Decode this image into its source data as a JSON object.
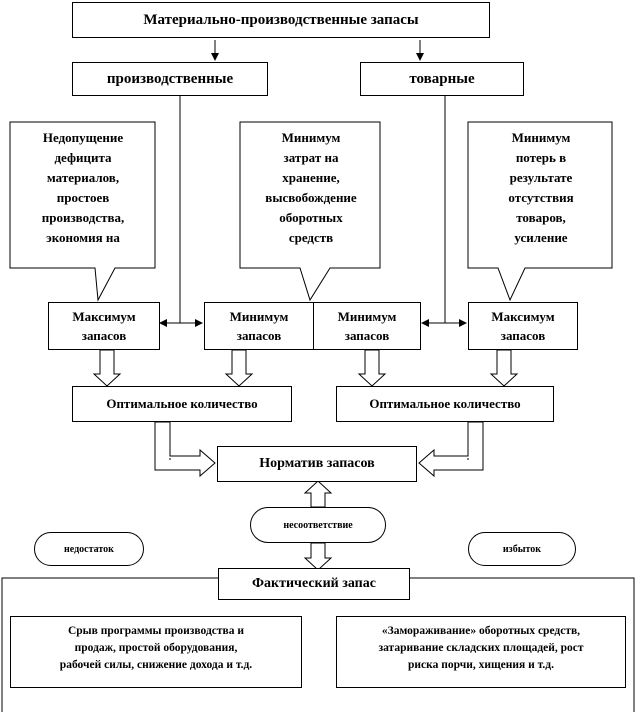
{
  "top": {
    "title": "Материально-производственные запасы"
  },
  "branches": {
    "left": "производственные",
    "right": "товарные"
  },
  "callouts": [
    {
      "lines": [
        "Недопущение",
        "дефицита",
        "материалов,",
        "простоев",
        "производства,",
        "экономия на"
      ]
    },
    {
      "lines": [
        "Минимум",
        "затрат на",
        "хранение,",
        "высвобождение",
        "оборотных",
        "средств"
      ]
    },
    {
      "lines": [
        "Минимум",
        "потерь в",
        "результате",
        "отсутствия",
        "товаров,",
        "усиление"
      ]
    }
  ],
  "middle": {
    "box1": [
      "Максимум",
      "запасов"
    ],
    "box2": [
      "Минимум",
      "запасов"
    ],
    "box3": [
      "Минимум",
      "запасов"
    ],
    "box4": [
      "Максимум",
      "запасов"
    ]
  },
  "optimal": {
    "left": "Оптимальное количество",
    "right": "Оптимальное количество"
  },
  "norm": "Норматив запасов",
  "mismatch": "несоответствие",
  "shortage": "недостаток",
  "excess": "избыток",
  "actual": "Фактический запас",
  "notes": {
    "left": [
      "Срыв программы производства и",
      "продаж, простой оборудования,",
      "рабочей силы, снижение дохода и т.д."
    ],
    "right": [
      "«Замораживание» оборотных средств,",
      "затаривание складских площадей, рост",
      "риска порчи, хищения и т.д."
    ]
  }
}
